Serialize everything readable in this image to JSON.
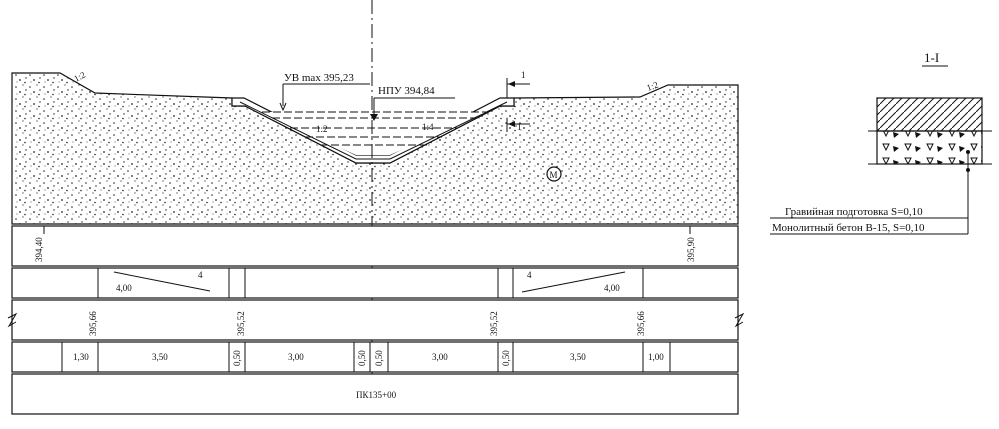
{
  "profile": {
    "water_max_label": "УВ max 395,23",
    "npu_label": "НПУ 394,84",
    "slope_left_top": "1:2",
    "slope_right_top": "1:2",
    "slope_left_inner": "1:2",
    "slope_right_inner": "1:4",
    "dim_right_upper": "1",
    "dim_right_lower": "1",
    "circle_marker": "М"
  },
  "row1": {
    "elev_left": "394,40",
    "elev_right": "395,90"
  },
  "row2": {
    "slope_left_value": "4",
    "slope_left_len": "4,00",
    "slope_right_value": "4",
    "slope_right_len": "4,00"
  },
  "row3": {
    "elevs": [
      "395,66",
      "395,52",
      "395,52",
      "395,66"
    ]
  },
  "row4": {
    "segments": [
      "1,30",
      "3,50",
      "0,50",
      "3,00",
      "0,50",
      "0,50",
      "3,00",
      "0,50",
      "3,50",
      "1,00"
    ]
  },
  "row5": {
    "station": "ПК135+00"
  },
  "section": {
    "title": "1-I",
    "layer1": "Гравийная подготовка S=0,10",
    "layer2": "Монолитный бетон В-15, S=0,10"
  }
}
